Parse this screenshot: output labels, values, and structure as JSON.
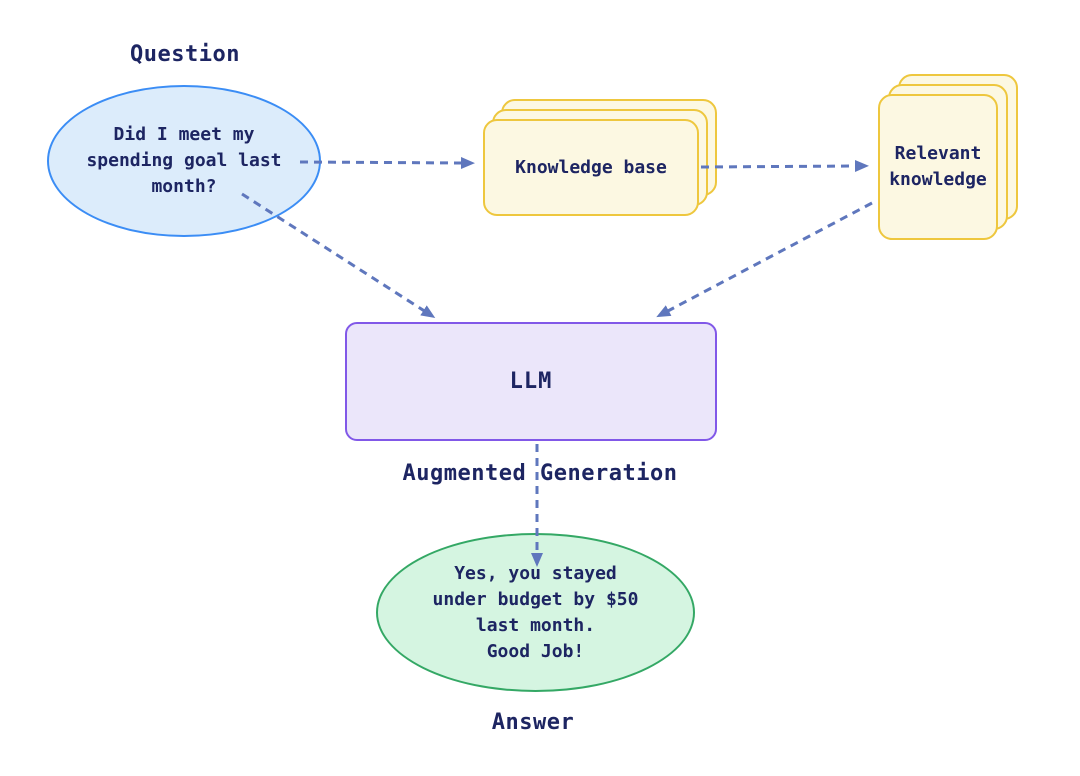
{
  "labels": {
    "question": "Question",
    "augmented_generation": "Augmented Generation",
    "answer": "Answer"
  },
  "nodes": {
    "question_bubble": {
      "text": "Did I meet my\nspending goal last\nmonth?",
      "fill": "#dcecfb",
      "stroke": "#3b8df5"
    },
    "knowledge_base": {
      "label": "Knowledge base",
      "fill": "#fcf8e2",
      "stroke": "#eec73e"
    },
    "relevant_knowledge": {
      "label": "Relevant\nknowledge",
      "fill": "#fcf8e2",
      "stroke": "#eec73e"
    },
    "llm": {
      "label": "LLM",
      "fill": "#ebe6fa",
      "stroke": "#8158e8"
    },
    "answer_bubble": {
      "text": "Yes, you stayed\nunder budget by $50\nlast month.\nGood Job!",
      "fill": "#d5f5e1",
      "stroke": "#34a865"
    }
  },
  "edges": [
    {
      "from": "question-bubble",
      "to": "knowledge-base",
      "style": "dashed-arrow"
    },
    {
      "from": "knowledge-base",
      "to": "relevant-knowledge",
      "style": "dashed-arrow"
    },
    {
      "from": "question-bubble",
      "to": "llm",
      "style": "dashed-arrow"
    },
    {
      "from": "relevant-knowledge",
      "to": "llm",
      "style": "dashed-arrow"
    },
    {
      "from": "llm",
      "to": "answer-bubble",
      "style": "dashed-arrow"
    }
  ],
  "colors": {
    "background": "#ffffff",
    "text": "#1d2562",
    "arrow": "#5f77bd"
  }
}
